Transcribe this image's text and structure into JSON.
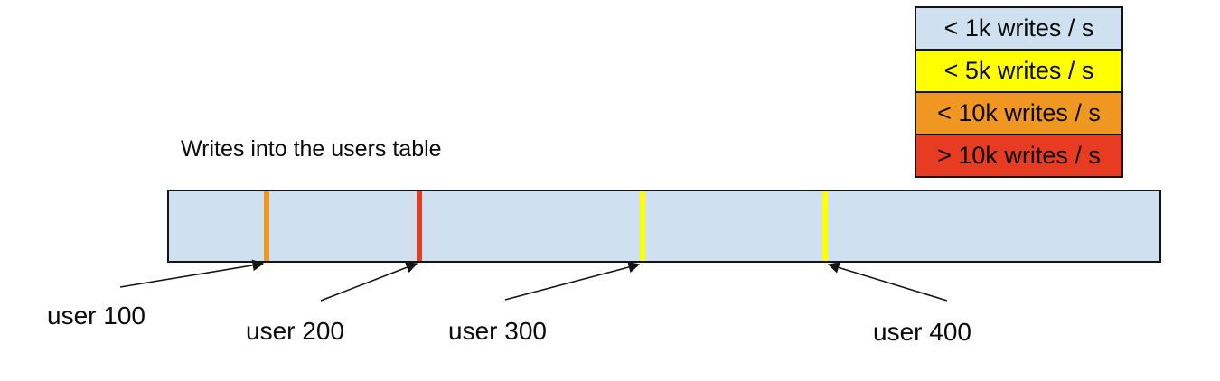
{
  "diagram": {
    "title": "Writes into the users table",
    "legend": [
      {
        "label": "< 1k writes / s",
        "color": "#cfe0f1"
      },
      {
        "label": "< 5k writes / s",
        "color": "#ffff00"
      },
      {
        "label": "< 10k writes / s",
        "color": "#ef9721"
      },
      {
        "label": "> 10k writes / s",
        "color": "#e73c22"
      }
    ],
    "bar": {
      "fill": "#cfe0f1",
      "stripes": [
        {
          "label": "user 100",
          "color": "#ef9721"
        },
        {
          "label": "user 200",
          "color": "#e73c22"
        },
        {
          "label": "user 300",
          "color": "#ffff00"
        },
        {
          "label": "user 400",
          "color": "#ffff00"
        }
      ]
    }
  }
}
